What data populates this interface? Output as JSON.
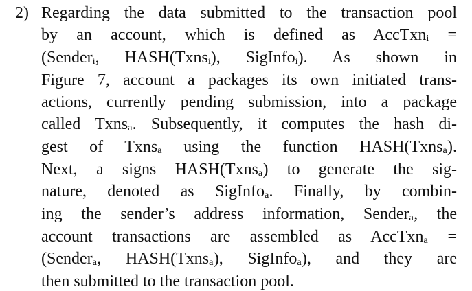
{
  "item": {
    "number": "2)",
    "lines": [
      "Regarding the data submitted to the transaction pool",
      "by an account, which is defined as AccTxnᵢ =",
      "(Senderᵢ, HASH(Txnsᵢ), SigInfoᵢ). As shown in",
      "Figure 7, account a packages its own initiated trans-",
      "actions, currently pending submission, into a package",
      "called Txnsₐ. Subsequently, it computes the hash di-",
      "gest of Txnsₐ using the function HASH(Txnsₐ).",
      "Next, a signs HASH(Txnsₐ) to generate the sig-",
      "nature, denoted as SigInfoₐ. Finally, by combin-",
      "ing the sender’s address information, Senderₐ, the",
      "account transactions are assembled as AccTxnₐ =",
      "(Senderₐ, HASH(Txnsₐ), SigInfoₐ), and they are",
      "then submitted to the transaction pool."
    ]
  }
}
